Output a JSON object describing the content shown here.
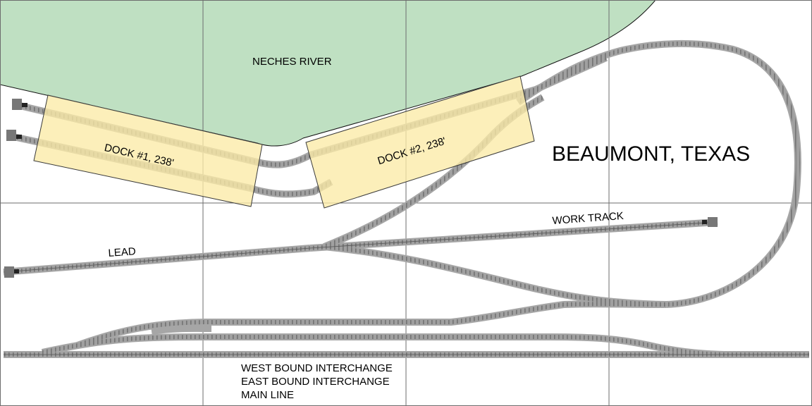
{
  "labels": {
    "river": "NECHES RIVER",
    "dock1": "DOCK #1, 238'",
    "dock2": "DOCK #2, 238'",
    "title": "BEAUMONT, TEXAS",
    "work_track": "WORK TRACK",
    "lead": "LEAD",
    "west_bound": "WEST BOUND INTERCHANGE",
    "east_bound": "EAST BOUND INTERCHANGE",
    "main_line": "MAIN LINE"
  },
  "colors": {
    "water": "#bfe0c2",
    "water_edge": "#111111",
    "dock": "#fbeaa6",
    "dock_edge": "#3a3a3a",
    "track_ballast": "#9a9a9a",
    "grid": "#6d6d6d"
  }
}
